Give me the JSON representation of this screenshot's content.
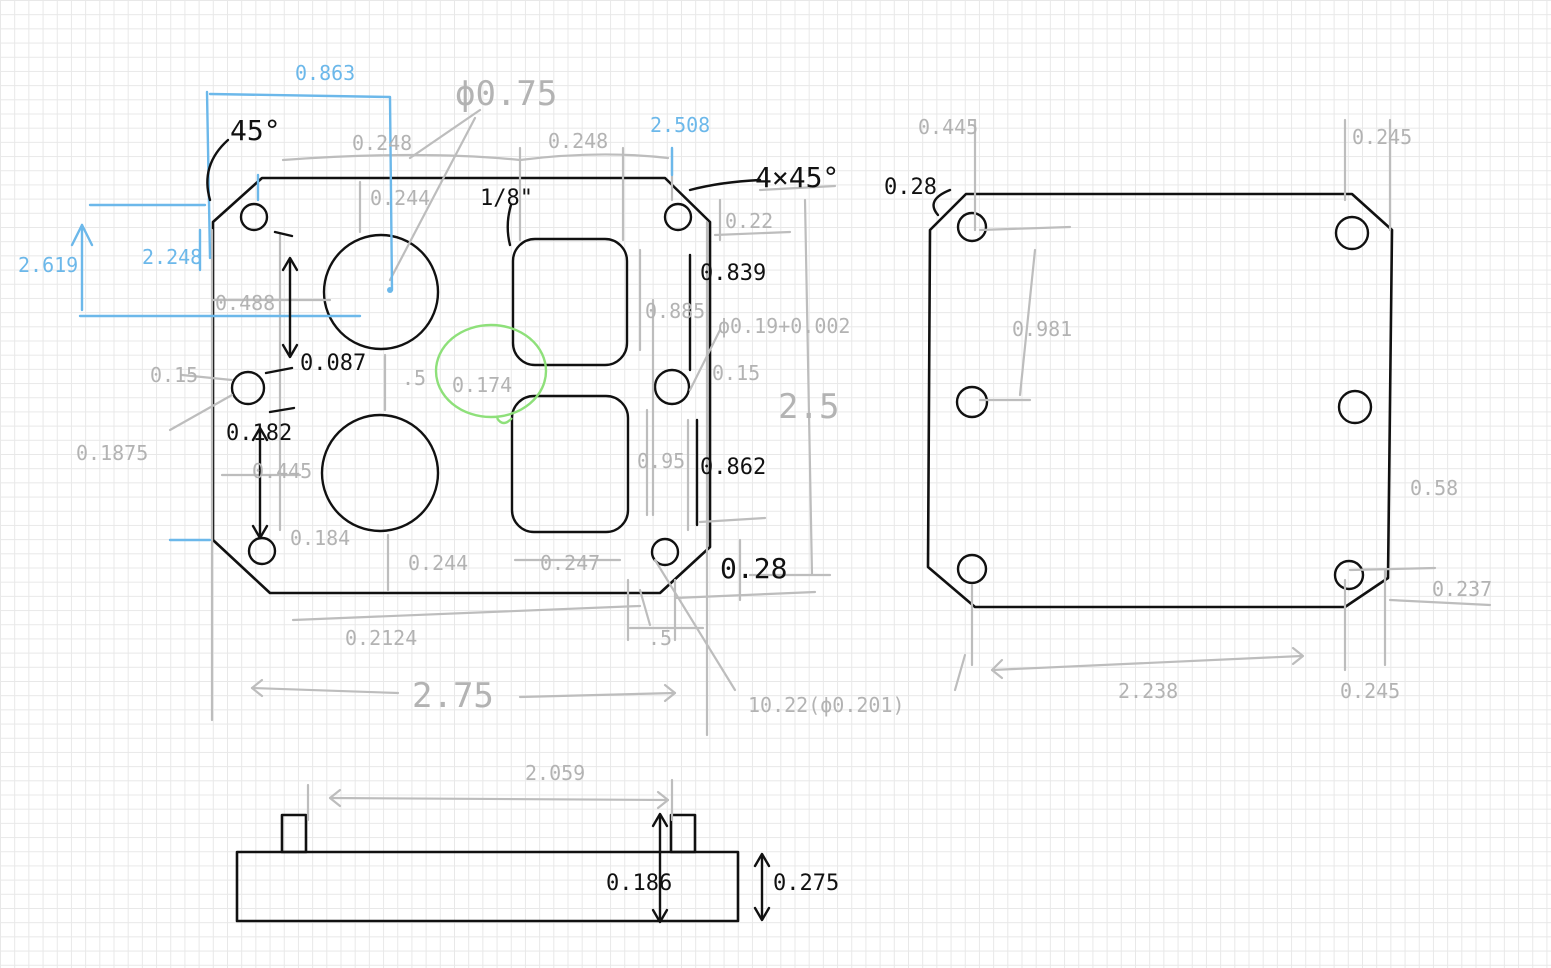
{
  "labels": {
    "dia_075": "ϕ0.75",
    "d_0863": "0.863",
    "d_2508": "2.508",
    "d_045deg": "45°",
    "d_0248a": "0.248",
    "d_0248b": "0.248",
    "d_4x45": "4×45°",
    "d_028_side": "0.28",
    "d_0445_top": "0.445",
    "d_0245_top": "0.245",
    "d_0244": "0.244",
    "d_018in": "1/8\"",
    "d_022": "0.22",
    "d_2619": "2.619",
    "d_2248": "2.248",
    "d_0488": "0.488",
    "d_0839": "0.839",
    "d_0885": "0.885",
    "d_phi019": "ϕ0.19+0.002",
    "d_0087": "0.087",
    "d_015a": "0.15",
    "d_5": ".5",
    "d_0174": "0.174",
    "d_015b": "0.15",
    "d_25": "2.5",
    "d_01875": "0.1875",
    "d_0182": "0.182",
    "d_0445": "0.445",
    "d_095": "0.95",
    "d_0862": "0.862",
    "d_0981": "0.981",
    "d_058": "0.58",
    "d_0184": "0.184",
    "d_0244b": "0.244",
    "d_0247": "0.247",
    "d_028b": "0.28",
    "d_0237": "0.237",
    "d_02124": "0.2124",
    "d_5b": ".5",
    "d_275": "2.75",
    "d_1022": "10.22(ϕ0.201)",
    "d_2238": "2.238",
    "d_0245b": "0.245",
    "d_2059": "2.059",
    "d_0186": "0.186",
    "d_0275": "0.275"
  },
  "colors": {
    "outline": "#111111",
    "dim_gray": "#bdbdbd",
    "dim_blue": "#6cb8ea",
    "highlight_green": "#8ee07a",
    "grid": "#e8e8e8"
  }
}
